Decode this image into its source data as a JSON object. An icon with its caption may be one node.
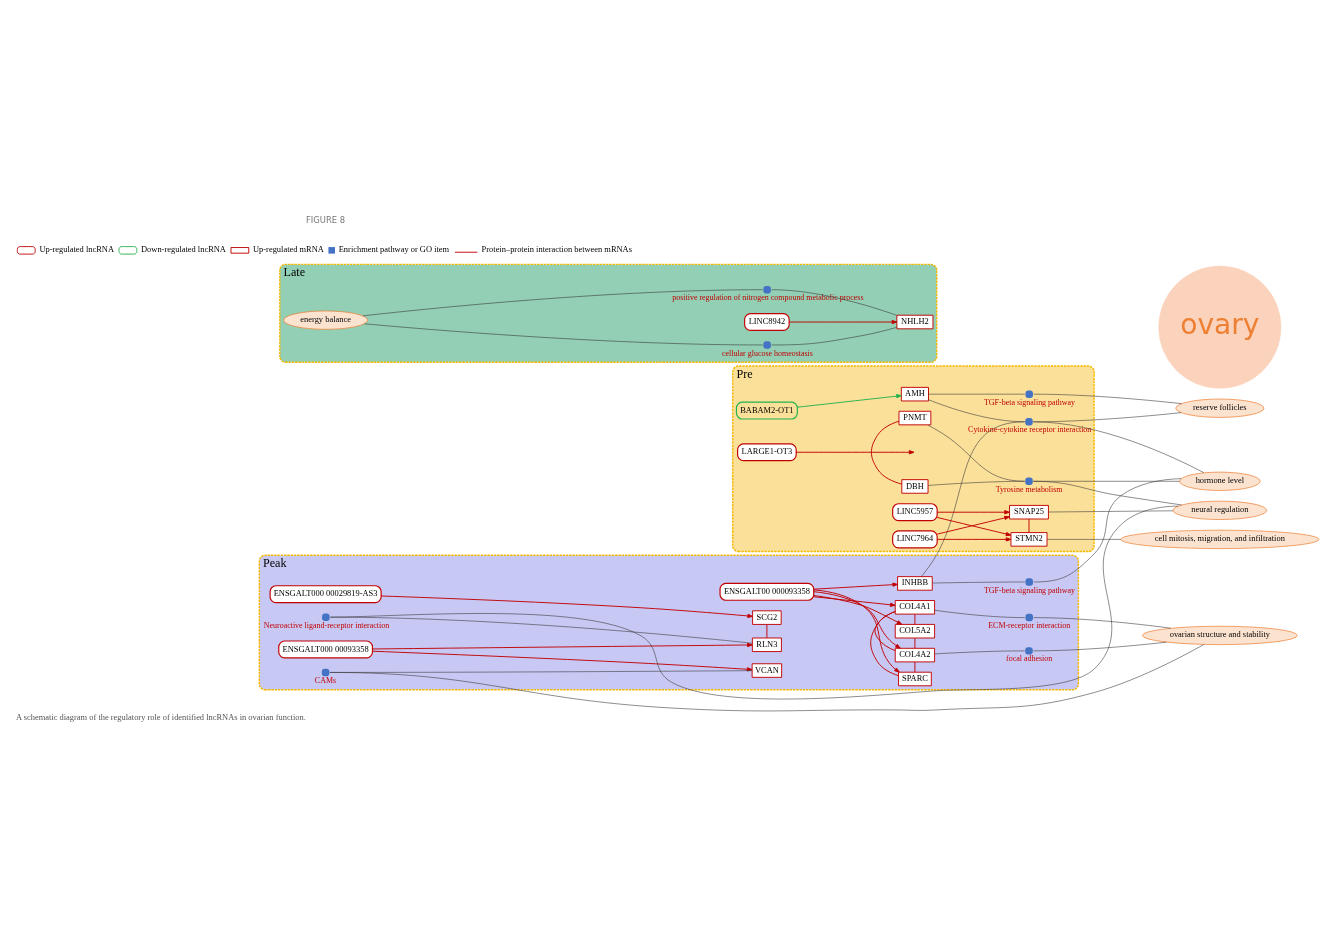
{
  "diagram": {
    "caption": "A schematic diagram of the regulatory role of identified lncRNAs in ovarian function.",
    "nodes": [
      {
        "text": [
          "Pre"
        ]
      },
      {
        "text": [
          "BABAM2-OT1"
        ],
        "in": 0
      },
      {
        "text": [
          "AMH"
        ],
        "in": 0
      },
      {
        "text": [],
        "shape": "circle",
        "beside": [
          "TGF-beta signaling pathway"
        ],
        "in": 0
      },
      {
        "text": [],
        "shape": "circle",
        "beside": [
          "Cytokine-cytokine receptor interaction"
        ],
        "in": 0
      },
      {
        "text": [
          "LARGE1-OT3"
        ],
        "in": 0
      },
      {
        "text": [
          "DBH"
        ],
        "in": 0
      },
      {
        "text": [
          "PNMT"
        ],
        "in": 0
      },
      {
        "text": [],
        "shape": "circle",
        "beside": [
          "Tyrosine metabolism"
        ],
        "in": 0
      },
      {
        "text": [
          "SNAP25"
        ],
        "in": 0
      },
      {
        "text": [
          "STMN2"
        ],
        "in": 0
      },
      {
        "text": [
          "LINC7964"
        ],
        "in": 0
      },
      {
        "text": [
          "LINC5957"
        ],
        "in": 0
      },
      {
        "text": [
          "Peak"
        ]
      },
      {
        "text": [
          "ENSGALT00 000093358"
        ],
        "in": 13
      },
      {
        "text": [
          "INHBB"
        ],
        "in": 13
      },
      {
        "text": [
          "COL5A2"
        ],
        "in": 13
      },
      {
        "text": [
          "COL4A2"
        ],
        "in": 13
      },
      {
        "text": [
          "COL4A1"
        ],
        "in": 13
      },
      {
        "text": [
          "SPARC"
        ],
        "in": 13
      },
      {
        "text": [],
        "shape": "circle",
        "beside": [
          "TGF-beta signaling pathway"
        ],
        "in": 13
      },
      {
        "text": [],
        "shape": "circle",
        "beside": [
          "focal adhesion"
        ],
        "in": 13
      },
      {
        "text": [],
        "shape": "circle",
        "beside": [
          "ECM-receptor interaction"
        ],
        "in": 13
      },
      {
        "text": [
          "ENSGALT000 00029819-AS3"
        ],
        "in": 13
      },
      {
        "text": [
          "SCG2"
        ],
        "in": 13
      },
      {
        "text": [],
        "shape": "circle",
        "beside": [
          "Neuroactive ligand-receptor interaction"
        ],
        "in": 13
      },
      {
        "text": [
          "RLN3"
        ],
        "in": 13
      },
      {
        "text": [
          "ENSGALT000 00093358"
        ],
        "in": 13
      },
      {
        "text": [],
        "shape": "circle",
        "beside": [
          "CAMs"
        ],
        "in": 13
      },
      {
        "text": [
          "VCAN"
        ],
        "in": 13
      },
      {
        "text": [
          "Late"
        ]
      },
      {
        "text": [
          "energy balance"
        ],
        "in": 30
      },
      {
        "text": [],
        "shape": "circle",
        "beside": [
          "positive regulation of nitrogen compound metabolic process"
        ],
        "in": 30
      },
      {
        "text": [],
        "shape": "circle",
        "beside": [
          "cellular glucose homeostasis"
        ],
        "in": 30
      },
      {
        "text": [
          "NHLH2"
        ],
        "in": 30
      },
      {
        "text": [
          "LINC8942"
        ],
        "in": 30
      },
      {
        "text": [
          "ovary"
        ]
      },
      {
        "text": [
          "reserve follicles"
        ]
      },
      {
        "text": [
          "neural regulation"
        ]
      },
      {
        "text": [
          "hormone level"
        ]
      },
      {
        "text": [
          "cell mitosis, migration, and infiltration"
        ]
      },
      {
        "text": [
          "ovarian structure and stability"
        ]
      }
    ],
    "edges": [
      {
        "from": 1,
        "to": 2,
        "arrow": "to",
        "color": "#22b14c"
      },
      {
        "from": 2,
        "to": 3,
        "arrow": "none"
      },
      {
        "from": 2,
        "to": 4,
        "arrow": "none"
      },
      {
        "from": 3,
        "to": 37,
        "arrow": "none"
      },
      {
        "from": 4,
        "to": 37,
        "arrow": "none"
      },
      {
        "from": 4,
        "to": 15,
        "arrow": "none"
      },
      {
        "from": 4,
        "to": 39,
        "arrow": "none"
      },
      {
        "from": 6,
        "to": 7,
        "arrow": "none",
        "color": "#c00000"
      },
      {
        "from": 5,
        "to": null,
        "arrow": "to",
        "color": "#c00000"
      },
      {
        "from": 6,
        "to": 8,
        "arrow": "none"
      },
      {
        "from": 7,
        "to": 8,
        "arrow": "none"
      },
      {
        "from": 8,
        "to": 39,
        "arrow": "none"
      },
      {
        "from": 8,
        "to": 38,
        "arrow": "none"
      },
      {
        "from": 9,
        "to": 38,
        "arrow": "none"
      },
      {
        "from": 9,
        "to": 10,
        "arrow": "none",
        "color": "#c00000"
      },
      {
        "from": 11,
        "to": 9,
        "arrow": "to",
        "color": "#c00000"
      },
      {
        "from": 11,
        "to": 10,
        "arrow": "to",
        "color": "#c00000"
      },
      {
        "from": 12,
        "to": 9,
        "arrow": "to",
        "color": "#c00000"
      },
      {
        "from": 12,
        "to": 10,
        "arrow": "to",
        "color": "#c00000"
      },
      {
        "from": 10,
        "to": 40,
        "arrow": "none"
      },
      {
        "from": 14,
        "to": 15,
        "arrow": "to",
        "color": "#c00000"
      },
      {
        "from": 14,
        "to": 16,
        "arrow": "to",
        "color": "#c00000"
      },
      {
        "from": 14,
        "to": 17,
        "arrow": "to",
        "color": "#c00000"
      },
      {
        "from": 14,
        "to": 18,
        "arrow": "to",
        "color": "#c00000"
      },
      {
        "from": 14,
        "to": 19,
        "arrow": "to",
        "color": "#c00000"
      },
      {
        "from": 16,
        "to": 18,
        "arrow": "none",
        "color": "#c00000"
      },
      {
        "from": 16,
        "to": 17,
        "arrow": "none",
        "color": "#c00000"
      },
      {
        "from": 17,
        "to": 18,
        "arrow": "none",
        "color": "#c00000"
      },
      {
        "from": 17,
        "to": 19,
        "arrow": "none",
        "color": "#c00000"
      },
      {
        "from": 18,
        "to": 19,
        "arrow": "none",
        "color": "#c00000"
      },
      {
        "from": 15,
        "to": 20,
        "arrow": "none"
      },
      {
        "from": 20,
        "to": 39,
        "arrow": "none"
      },
      {
        "from": 17,
        "to": 21,
        "arrow": "none"
      },
      {
        "from": 21,
        "to": 41,
        "arrow": "none"
      },
      {
        "from": 18,
        "to": 22,
        "arrow": "none"
      },
      {
        "from": 22,
        "to": 41,
        "arrow": "none"
      },
      {
        "from": 38,
        "to": 25,
        "arrow": "none"
      },
      {
        "from": 25,
        "to": 26,
        "arrow": "none"
      },
      {
        "from": 24,
        "to": 26,
        "arrow": "none",
        "color": "#c00000"
      },
      {
        "from": 23,
        "to": 24,
        "arrow": "to",
        "color": "#c00000"
      },
      {
        "from": 27,
        "to": 26,
        "arrow": "to",
        "color": "#c00000"
      },
      {
        "from": 27,
        "to": 29,
        "arrow": "to",
        "color": "#c00000"
      },
      {
        "from": 41,
        "to": 28,
        "arrow": "none"
      },
      {
        "from": 28,
        "to": 29,
        "arrow": "none"
      },
      {
        "from": 31,
        "to": 32,
        "arrow": "none"
      },
      {
        "from": 31,
        "to": 33,
        "arrow": "none"
      },
      {
        "from": 32,
        "to": 34,
        "arrow": "none"
      },
      {
        "from": 33,
        "to": 34,
        "arrow": "none"
      },
      {
        "from": 35,
        "to": 34,
        "arrow": "to",
        "color": "#c00000"
      }
    ],
    "labels": [
      "FIGURE 8"
    ],
    "legend": [
      {
        "text": "Up-regulated lncRNA"
      },
      {
        "text": "Down-regulated lncRNA"
      },
      {
        "text": "Up-regulated mRNA"
      },
      {
        "text": "Enrichment pathway or GO item",
        "color": "#4472c4"
      },
      {
        "text": "Protein–protein interaction between mRNAs"
      }
    ]
  }
}
